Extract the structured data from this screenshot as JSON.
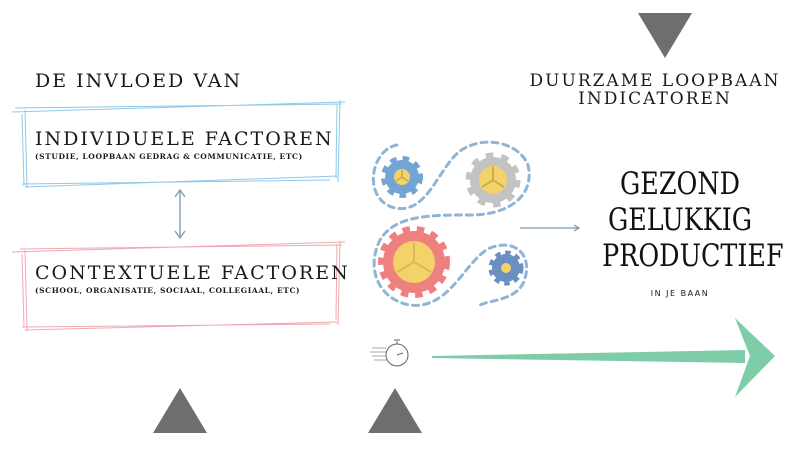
{
  "left": {
    "heading": "DE INVLOED VAN",
    "individual": {
      "title": "INDIVIDUELE FACTOREN",
      "subtitle": "(STUDIE, LOOPBAAN GEDRAG & COMMUNICATIE, ETC)"
    },
    "contextual": {
      "title": "CONTEXTUELE FACTOREN",
      "subtitle": "(SCHOOL, ORGANISATIE, SOCIAAL, COLLEGIAAL, ETC)"
    }
  },
  "right": {
    "heading_line1": "DUURZAME LOOPBAAN",
    "heading_line2": "INDICATOREN",
    "outcomes": [
      "GEZOND",
      "GELUKKIG",
      "PRODUCTIEF"
    ],
    "caption": "IN JE BAAN"
  },
  "colors": {
    "blue_box": "#8fc8e8",
    "pink_box": "#f0a8b0",
    "triangle": "#6e6e6e",
    "green_arrow": "#7fcca8",
    "gear_blue": "#72a4d4",
    "gear_gray": "#c3c3c3",
    "gear_red": "#ef8080",
    "gear_yellow": "#f4d26a",
    "dash": "#8fb4d4"
  }
}
